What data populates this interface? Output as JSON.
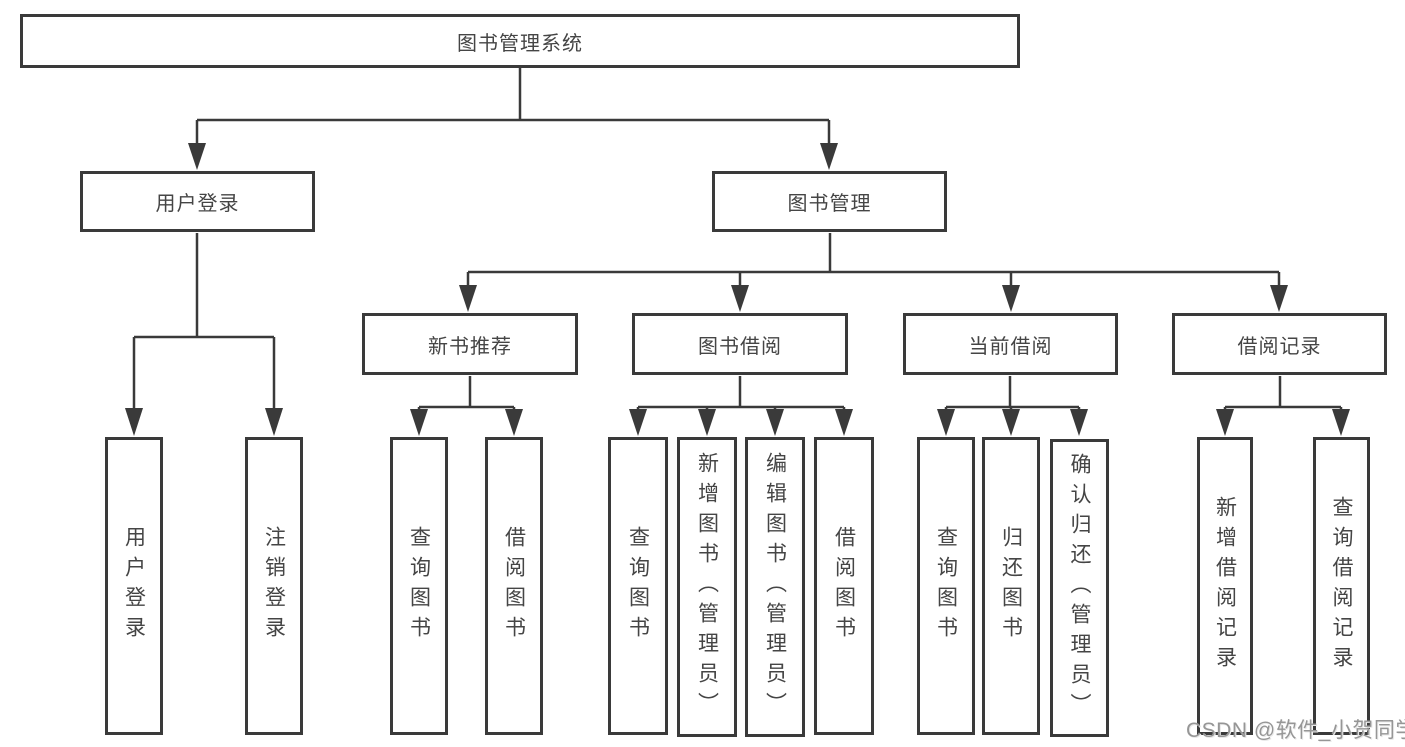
{
  "diagram": {
    "title": "图书管理系统",
    "level2": {
      "user_login": "用户登录",
      "book_management": "图书管理"
    },
    "level3": {
      "new_book": "新书推荐",
      "borrow": "图书借阅",
      "current": "当前借阅",
      "records": "借阅记录"
    },
    "leaves": {
      "user": [
        "用户登录",
        "注销登录"
      ],
      "new_book": [
        "查询图书",
        "借阅图书"
      ],
      "borrow": [
        "查询图书",
        "新增图书（管理员）",
        "编辑图书（管理员）",
        "借阅图书"
      ],
      "current": [
        "查询图书",
        "归还图书",
        "确认归还（管理员）"
      ],
      "records": [
        "新增借阅记录",
        "查询借阅记录"
      ]
    }
  },
  "watermark": "CSDN @软件_小贺同学",
  "colors": {
    "line": "#3a3a3a",
    "box_border": "#3a3a3a",
    "text": "#454545",
    "background": "#ffffff",
    "watermark": "#969696"
  }
}
